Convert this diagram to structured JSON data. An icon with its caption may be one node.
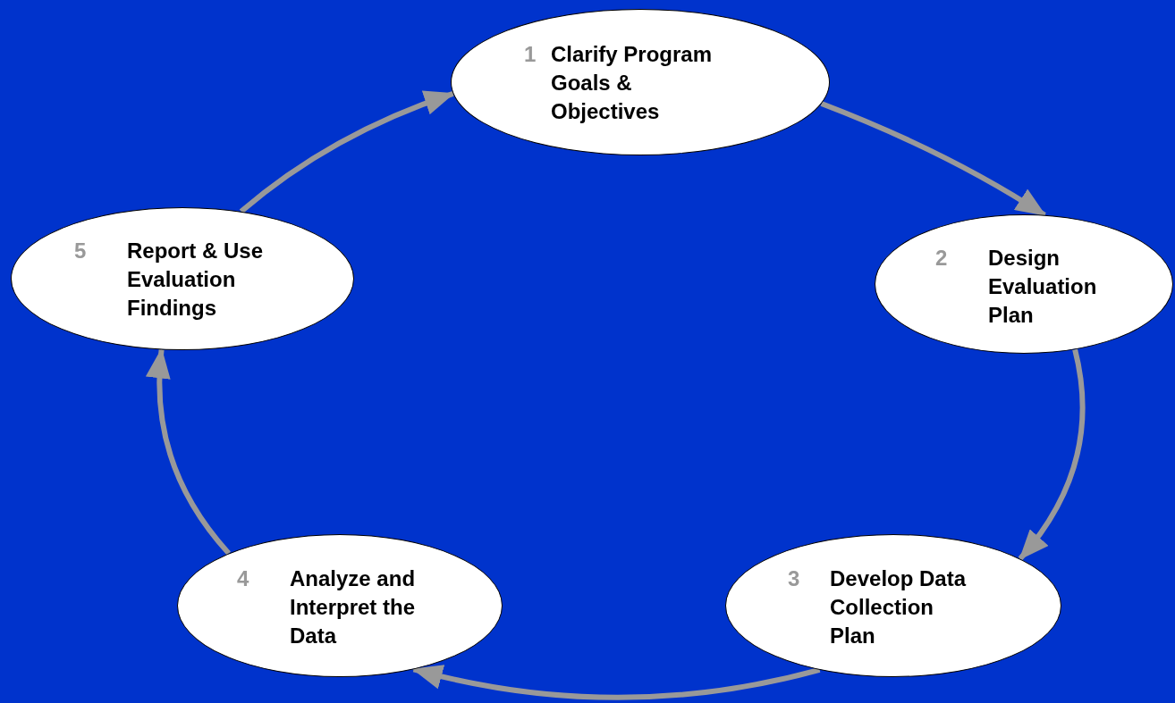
{
  "diagram": {
    "nodes": [
      {
        "text": [
          "1",
          "Clarify Program Goals & Objectives"
        ]
      },
      {
        "text": [
          "2",
          "Design Evaluation Plan"
        ]
      },
      {
        "text": [
          "3",
          "Develop Data Collection Plan"
        ]
      },
      {
        "text": [
          "4",
          "Analyze and Interpret the Data"
        ]
      },
      {
        "text": [
          "5",
          "Report & Use Evaluation Findings"
        ]
      }
    ],
    "edges": [
      {
        "from": 0,
        "to": 1,
        "arrow": "to"
      },
      {
        "from": 1,
        "to": 2,
        "arrow": "to"
      },
      {
        "from": 2,
        "to": 3,
        "arrow": "to"
      },
      {
        "from": 3,
        "to": 4,
        "arrow": "to"
      },
      {
        "from": 4,
        "to": 0,
        "arrow": "to"
      }
    ]
  }
}
